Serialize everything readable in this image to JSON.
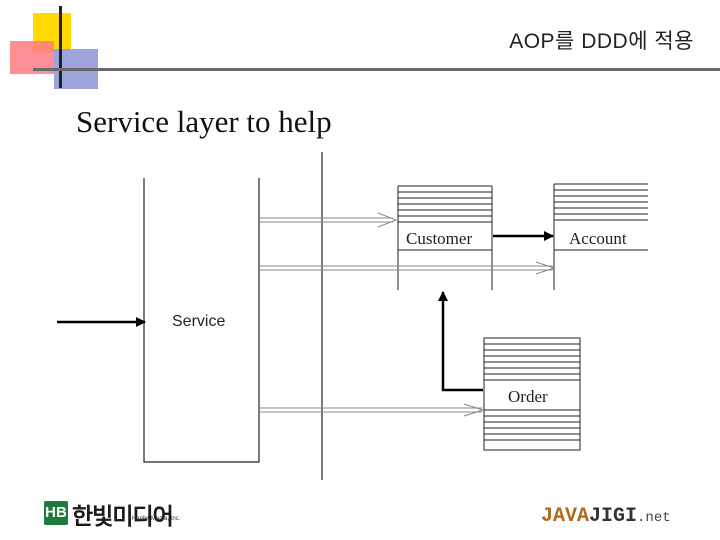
{
  "slide": {
    "title": "AOP를 DDD에 적용",
    "heading": "Service layer to help"
  },
  "diagram": {
    "nodes": {
      "service": "Service",
      "customer": "Customer",
      "account": "Account",
      "order": "Order"
    }
  },
  "footer": {
    "publisher_mark": "HB",
    "publisher_korean": "한빛미디어",
    "publisher_english": "Hanbit Media, Inc.",
    "site_java": "JAVA",
    "site_jigi": "JIGI",
    "site_net": ".net"
  },
  "colors": {
    "accent_yellow": "#ffd900",
    "accent_red": "#ff7b84",
    "accent_blue": "#9fa3dc",
    "java_brown": "#b2691e"
  }
}
